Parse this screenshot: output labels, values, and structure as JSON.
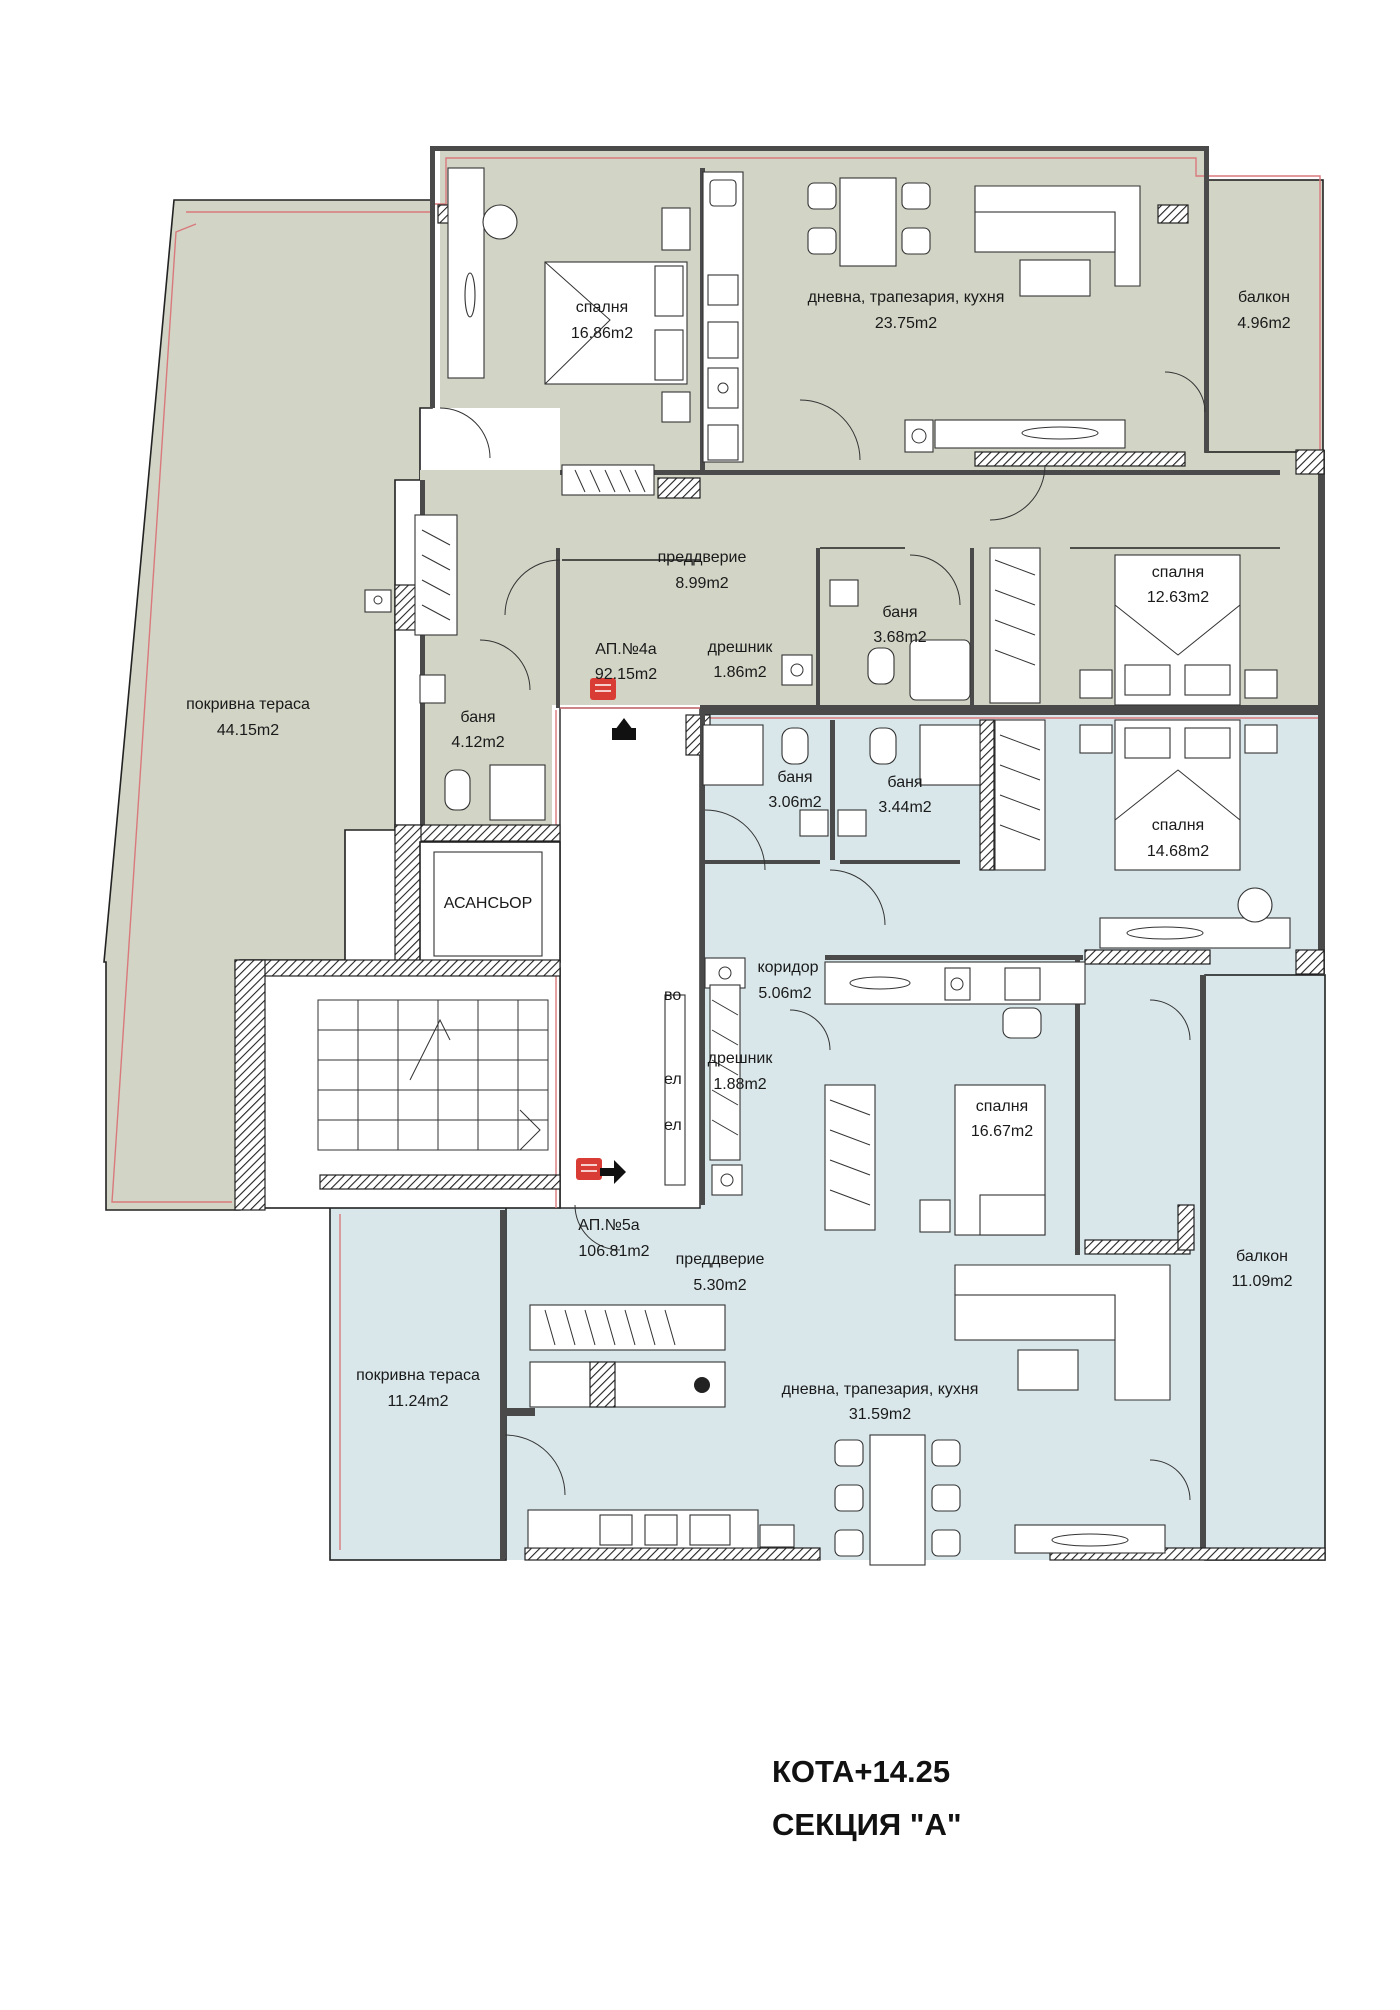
{
  "rooms": {
    "a4_bedroom": {
      "name": "спалня",
      "area": "16.86m2"
    },
    "a4_living": {
      "name": "дневна, трапезария, кухня",
      "area": "23.75m2"
    },
    "a4_balcony": {
      "name": "балкон",
      "area": "4.96m2"
    },
    "a4_hall": {
      "name": "преддверие",
      "area": "8.99m2"
    },
    "a4_bath_small": {
      "name": "баня",
      "area": "3.68m2"
    },
    "a4_bedroom2": {
      "name": "спалня",
      "area": "12.63m2"
    },
    "a4_closet": {
      "name": "дрешник",
      "area": "1.86m2"
    },
    "a4_bath_left": {
      "name": "баня",
      "area": "4.12m2"
    },
    "roof_terrace_left": {
      "name": "покривна тераса",
      "area": "44.15m2"
    },
    "a5_bath1": {
      "name": "баня",
      "area": "3.06m2"
    },
    "a5_bath2": {
      "name": "баня",
      "area": "3.44m2"
    },
    "a5_bedroom1": {
      "name": "спалня",
      "area": "14.68m2"
    },
    "a5_corridor": {
      "name": "коридор",
      "area": "5.06m2"
    },
    "a5_closet": {
      "name": "дрешник",
      "area": "1.88m2"
    },
    "a5_bedroom2": {
      "name": "спалня",
      "area": "16.67m2"
    },
    "a5_balcony": {
      "name": "балкон",
      "area": "11.09m2"
    },
    "a5_hall": {
      "name": "преддверие",
      "area": "5.30m2"
    },
    "roof_terrace_bottom": {
      "name": "покривна тераса",
      "area": "11.24m2"
    },
    "a5_living": {
      "name": "дневна, трапезария, кухня",
      "area": "31.59m2"
    }
  },
  "apartments": {
    "a4": {
      "name": "АП.№4а",
      "area": "92.15m2"
    },
    "a5": {
      "name": "АП.№5а",
      "area": "106.81m2"
    }
  },
  "elevator_label": "АСАНСЬОР",
  "fixture_labels": {
    "el1": "ел",
    "el2": "ел",
    "vo": "во"
  },
  "elevation": "КОТА+14.25",
  "section": "СЕКЦИЯ \"А\"",
  "colors": {
    "apartment_4a_fill": "#d2d4c6",
    "apartment_5a_fill": "#d9e7ea",
    "terrace_fill": "#d2d4c6",
    "boundary_red": "#d9797c",
    "marker_red": "#d93b35"
  }
}
